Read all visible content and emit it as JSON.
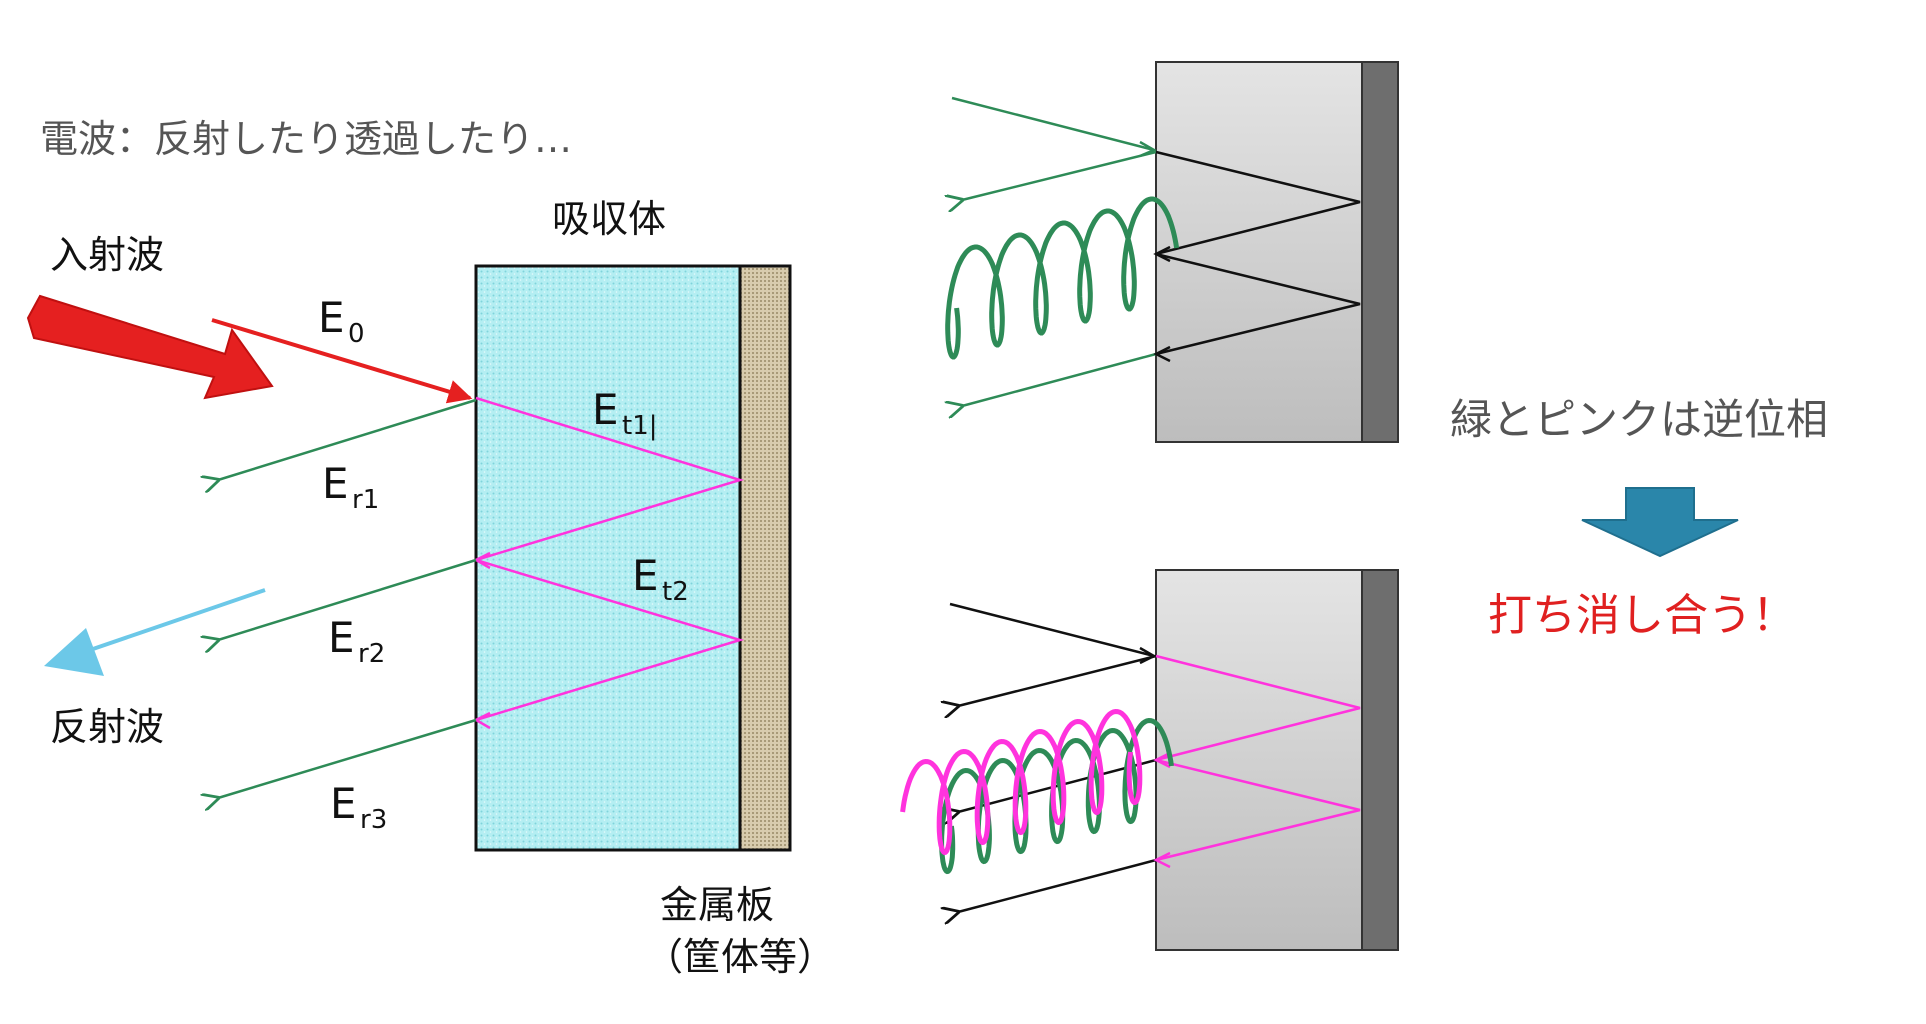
{
  "caption": "電波：反射したり透過したり…",
  "labels": {
    "incident": "入射波",
    "reflected": "反射波",
    "absorber": "吸収体",
    "metal_plate": "金属板",
    "metal_plate_note": "（筐体等）",
    "e0": {
      "main": "E",
      "sub": "0"
    },
    "et1": {
      "main": "E",
      "sub": "t1|"
    },
    "et2": {
      "main": "E",
      "sub": "t2"
    },
    "er1": {
      "main": "E",
      "sub": "r1"
    },
    "er2": {
      "main": "E",
      "sub": "r2"
    },
    "er3": {
      "main": "E",
      "sub": "r3"
    }
  },
  "explanation": {
    "phase": "緑とピンクは逆位相",
    "result": "打ち消し合う！"
  },
  "colors": {
    "absorber_fill": "#a8ecf0",
    "metal_fill": "#cfc3a6",
    "incident": "#e52020",
    "reflected_arrow": "#6cc8e8",
    "green": "#2e8b57",
    "pink": "#ff33dd",
    "panel_gray": "#cfcfcf",
    "panel_dark": "#6e6e6e",
    "down_arrow": "#2a86aa",
    "result_text": "#e02020"
  }
}
